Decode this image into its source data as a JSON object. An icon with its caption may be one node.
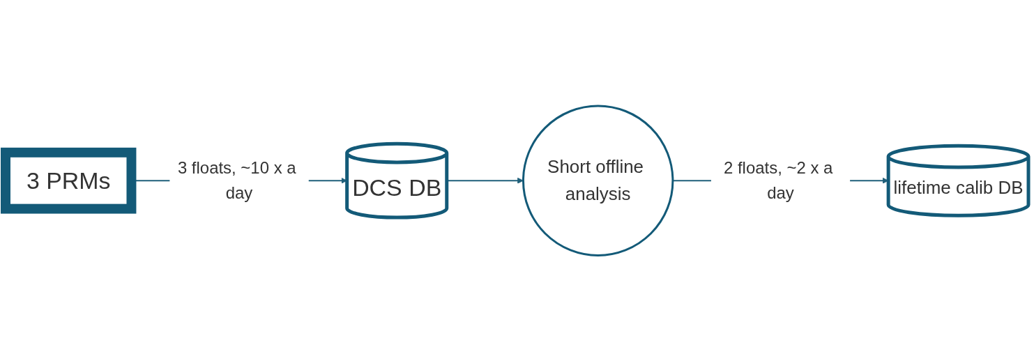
{
  "diagram": {
    "nodes": [
      {
        "text": [
          "3 PRMs"
        ]
      },
      {
        "text": [
          "DCS DB"
        ]
      },
      {
        "text": [
          "Short offline analysis"
        ]
      },
      {
        "text": [
          "lifetime calib DB"
        ]
      }
    ],
    "edges": [
      {
        "from": 0,
        "to": 1,
        "arrow": "to",
        "label": "3 floats, ~10 x a day"
      },
      {
        "from": 1,
        "to": 2,
        "arrow": "to"
      },
      {
        "from": 2,
        "to": 3,
        "arrow": "to",
        "label": "2 floats, ~2 x a day"
      }
    ]
  }
}
